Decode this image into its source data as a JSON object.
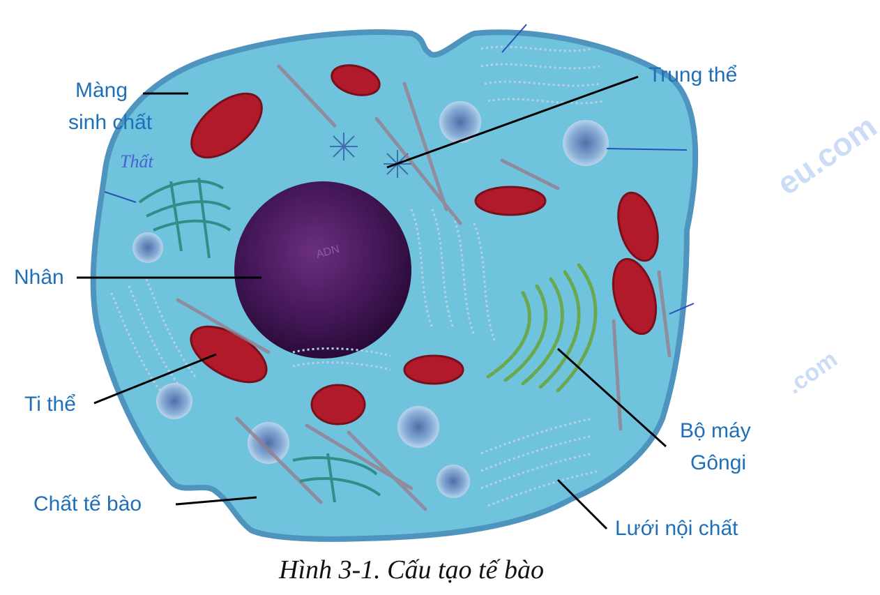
{
  "labels": {
    "mang_sinh_chat_line1": "Màng",
    "mang_sinh_chat_line2": "sinh chất",
    "trung_the": "Trung thể",
    "nhan": "Nhân",
    "ti_the": "Ti thể",
    "chat_te_bao": "Chất tế bào",
    "bo_may_line1": "Bộ máy",
    "bo_may_line2": "Gôngi",
    "luoi_noi_chat": "Lưới nội chất"
  },
  "caption": "Hình 3-1. Cấu tạo tế bào",
  "handwriting": "Thất",
  "nucleus_text": "ADN",
  "watermarks": [
    "eu.com",
    ".com"
  ],
  "colors": {
    "label": "#1f6fb8",
    "cytoplasm": "#6fc3dc",
    "membrane": "#4e94bf",
    "nucleus": "#3d1552",
    "mitochondria": "#b01a2a",
    "golgi": "#6aa84f"
  }
}
